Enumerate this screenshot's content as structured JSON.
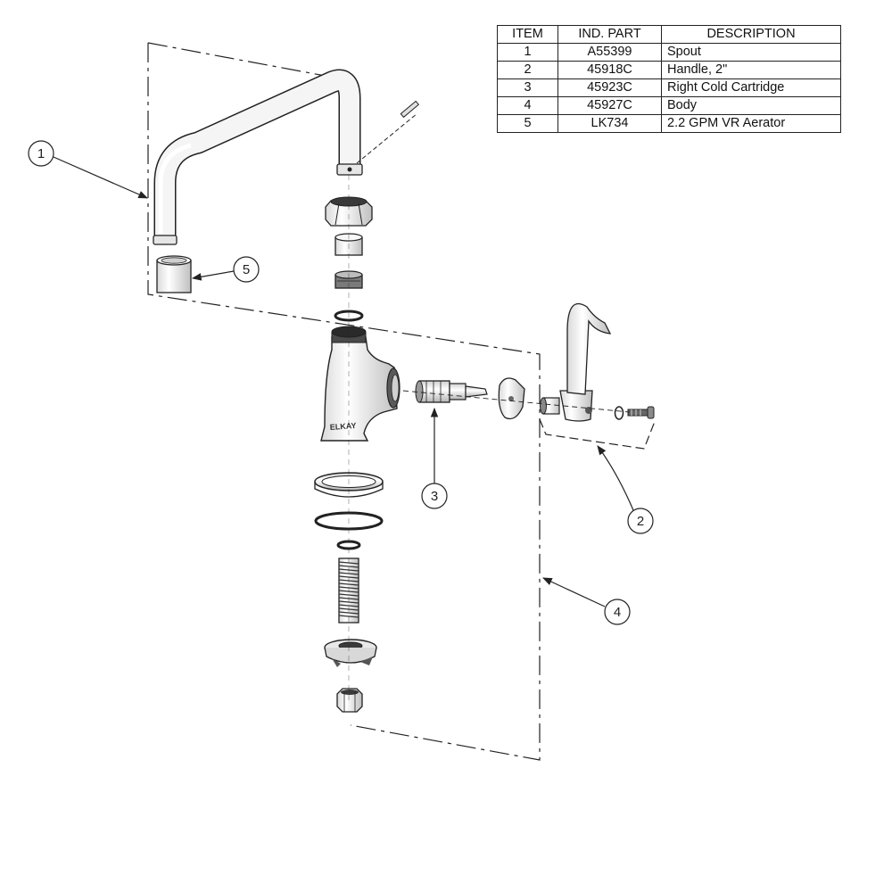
{
  "parts_table": {
    "headers": [
      "ITEM",
      "IND. PART",
      "DESCRIPTION"
    ],
    "rows": [
      {
        "item": "1",
        "part": "A55399",
        "description": "Spout"
      },
      {
        "item": "2",
        "part": "45918C",
        "description": "Handle, 2\""
      },
      {
        "item": "3",
        "part": "45923C",
        "description": "Right Cold Cartridge"
      },
      {
        "item": "4",
        "part": "45927C",
        "description": "Body"
      },
      {
        "item": "5",
        "part": "LK734",
        "description": "2.2 GPM VR Aerator"
      }
    ]
  },
  "callouts": [
    "1",
    "2",
    "3",
    "4",
    "5"
  ],
  "brand_mark": "ELKAY",
  "colors": {
    "line": "#222222",
    "part_fill": "#f2f2f2",
    "shade": "#bdbdbd",
    "dark": "#555555"
  }
}
